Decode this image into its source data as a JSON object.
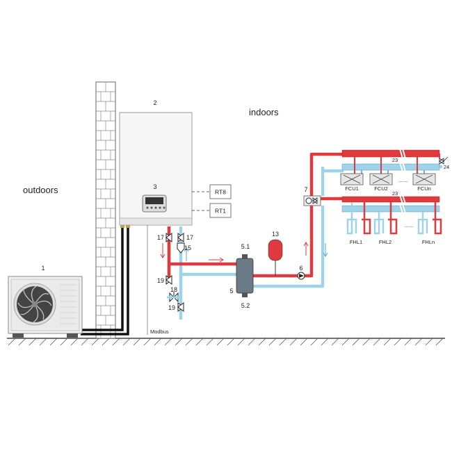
{
  "labels": {
    "outdoors": "outdoors",
    "indoors": "indoors",
    "modbus": "Modbus",
    "rt8": "RT8",
    "rt1": "RT1"
  },
  "components": {
    "c1": "1",
    "c2": "2",
    "c3": "3",
    "c5": "5",
    "c5_1": "5.1",
    "c5_2": "5.2",
    "c6": "6",
    "c7": "7",
    "c13": "13",
    "c15": "15",
    "c17a": "17",
    "c17b": "17",
    "c18": "18",
    "c19a": "19",
    "c19b": "19",
    "c23a": "23",
    "c23b": "23",
    "c24": "24"
  },
  "fan_coils": [
    "FCU1",
    "FCU2",
    "FCUn"
  ],
  "floor_loops": [
    "FHL1",
    "FHL2",
    "FHLn"
  ],
  "ellipsis": "......",
  "colors": {
    "supply": "#e03a3e",
    "return": "#9fd3ea",
    "outline": "#333333",
    "brick": "#777777"
  }
}
